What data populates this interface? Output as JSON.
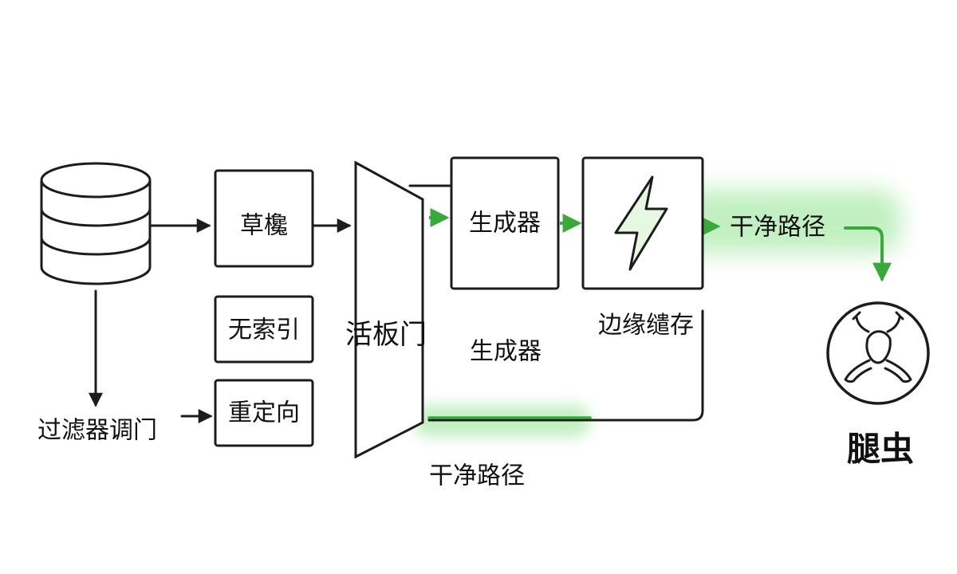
{
  "nodes": {
    "database": {
      "label": ""
    },
    "grass_tank": {
      "label": "草欃"
    },
    "no_index": {
      "label": "无索引"
    },
    "redirect": {
      "label": "重定向"
    },
    "filter_gate": {
      "label": "过滤器调门"
    },
    "trapdoor": {
      "label": "活板门"
    },
    "generator_box": {
      "label": "生成器"
    },
    "generator_text": {
      "label": "生成器"
    },
    "edge_cache_box": {
      "label": "",
      "icon": "lightning-bolt-icon"
    },
    "edge_cache_label": {
      "label": "边缘缱存"
    },
    "clean_path_top": {
      "label": "干净路径"
    },
    "clean_path_bottom": {
      "label": "干净路径"
    },
    "crawler": {
      "label": "腿虫",
      "icon": "crawler-bug-icon"
    }
  },
  "colors": {
    "stroke": "#1c1c1c",
    "accent_green": "#3aa83a",
    "glow_green": "#8fe38f",
    "icon_fill": "#e6f7e2",
    "background": "#ffffff"
  }
}
